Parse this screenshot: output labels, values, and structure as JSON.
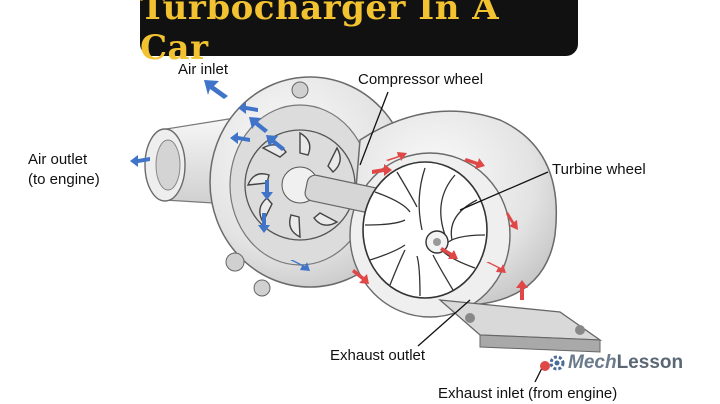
{
  "title": "Turbocharger In A Car",
  "labels": {
    "air_inlet": "Air inlet",
    "air_outlet_line1": "Air outlet",
    "air_outlet_line2": "(to engine)",
    "compressor_wheel": "Compressor wheel",
    "turbine_wheel": "Turbine wheel",
    "exhaust_outlet": "Exhaust outlet",
    "exhaust_inlet": "Exhaust inlet (from engine)"
  },
  "watermark": {
    "part1": "Mech",
    "part2": "Lesson",
    "icon": "gear-icon"
  },
  "colors": {
    "title_bg": "#111111",
    "title_text": "#f2c230",
    "air_arrow": "#3f74c9",
    "exhaust_arrow": "#e04848",
    "housing": "#e6e6e6",
    "outline": "#6a6a6a"
  }
}
